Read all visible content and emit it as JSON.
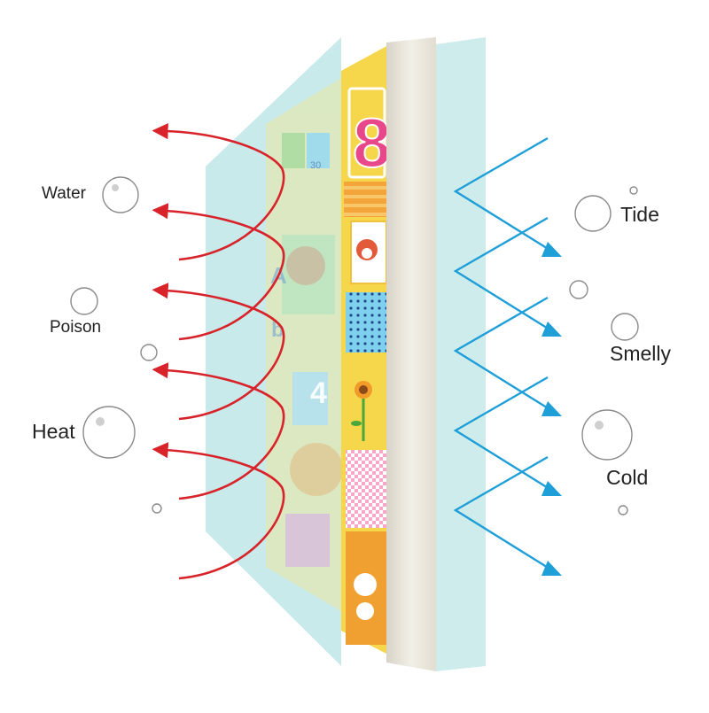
{
  "labels": {
    "water": "Water",
    "poison": "Poison",
    "heat": "Heat",
    "tide": "Tide",
    "smelly": "Smelly",
    "cold": "Cold"
  },
  "mat_print": {
    "number_tile": "8",
    "number_small": "4",
    "letter_tile": "A",
    "letter_tile_2": "b",
    "tile_numbers": [
      "30"
    ]
  },
  "colors": {
    "outgoing_arrows": "#d8232a",
    "incoming_arrows": "#1e9fd8",
    "glass_panel": "#bfe6e6",
    "foam_core": "#ece8de",
    "mat_yellow": "#f6d64a"
  },
  "icons": {
    "bubble": "circle-bubble-icon"
  }
}
